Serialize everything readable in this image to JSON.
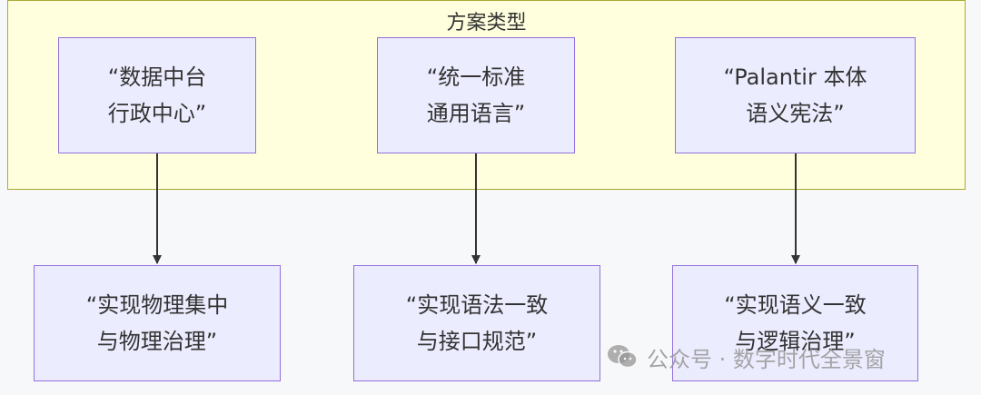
{
  "group": {
    "title": "方案类型"
  },
  "nodes": {
    "n1": "“数据中台\n行政中心”",
    "n2": "“统一标准\n通用语言”",
    "n3": "“Palantir 本体\n语义宪法”",
    "n4": "“实现物理集中\n与物理治理”",
    "n5": "“实现语法一致\n与接口规范”",
    "n6": "“实现语义一致\n与逻辑治理”"
  },
  "edges": [
    {
      "from": "n1",
      "to": "n4"
    },
    {
      "from": "n2",
      "to": "n5"
    },
    {
      "from": "n3",
      "to": "n6"
    }
  ],
  "watermark": {
    "text": "公众号 · 数字时代全景窗",
    "icon": "wechat-icon"
  },
  "colors": {
    "group_fill": "#ffffde",
    "group_border": "#aaaa33",
    "node_fill": "#ececff",
    "node_border": "#9370db",
    "edge": "#333333"
  }
}
